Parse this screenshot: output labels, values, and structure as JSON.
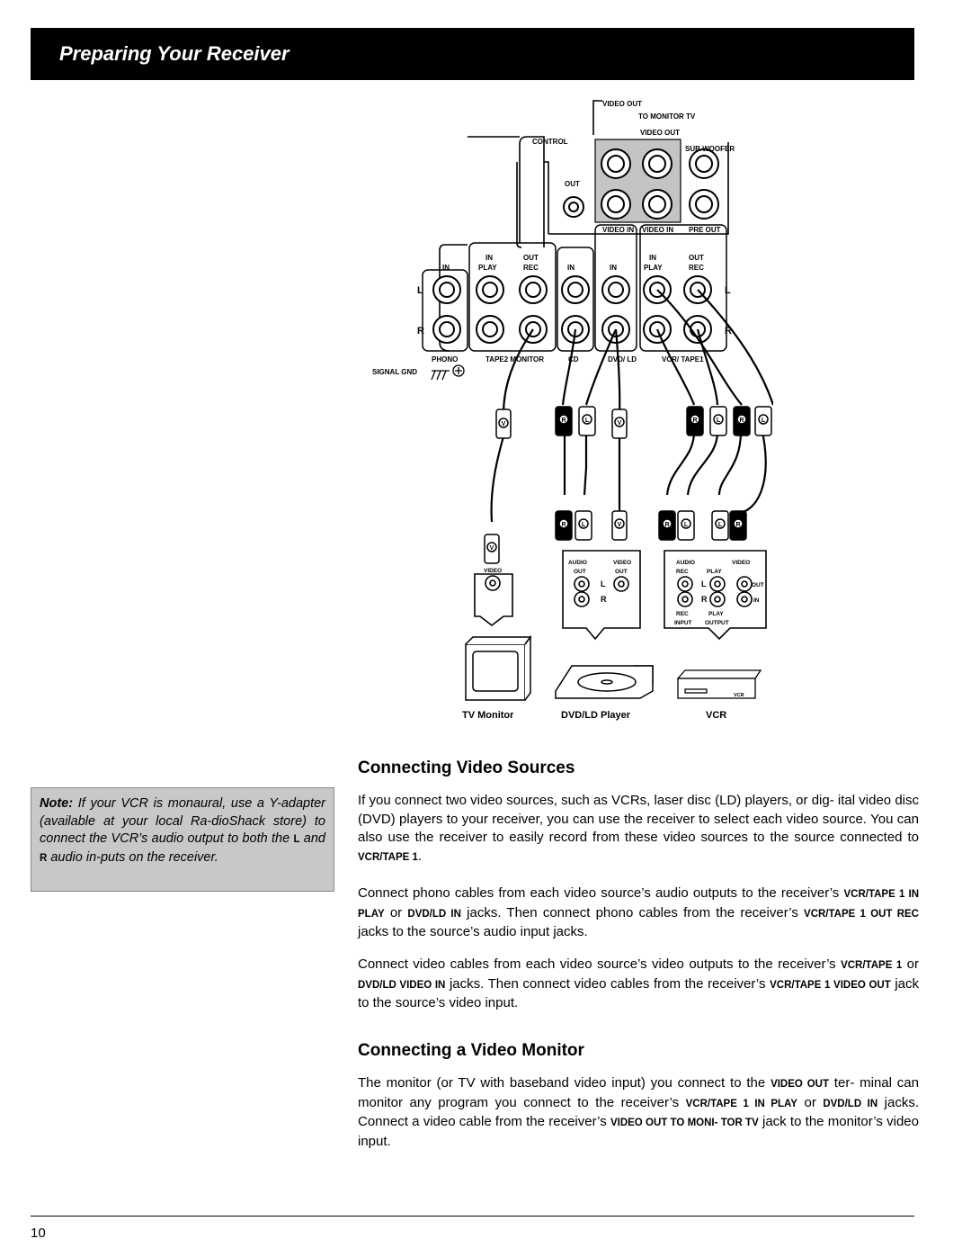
{
  "header": {
    "title": "Preparing Your Receiver"
  },
  "diagram": {
    "panel_labels": {
      "video_out": "VIDEO OUT",
      "to_monitor_tv": "TO MONITOR TV",
      "control": "CONTROL",
      "out": "OUT",
      "sub_woofer": "SUB WOOFER",
      "video_in_1": "VIDEO IN",
      "video_in_2": "VIDEO IN",
      "pre_out": "PRE OUT",
      "in": "IN",
      "play": "PLAY",
      "rec": "REC",
      "phono": "PHONO",
      "tape2_monitor": "TAPE2 MONITOR",
      "cd": "CD",
      "dvd_ld": "DVD/ LD",
      "vcr_tape1": "VCR/ TAPE1",
      "signal_gnd": "SIGNAL GND",
      "left": "L",
      "right": "R",
      "plug_r": "R",
      "plug_l": "L",
      "plug_v": "V"
    },
    "device_labels": {
      "audio": "AUDIO",
      "out": "OUT",
      "video": "VIDEO",
      "in": "IN",
      "rec": "REC",
      "play": "PLAY",
      "input": "INPUT",
      "output": "OUTPUT",
      "vcr_badge": "VCR"
    },
    "captions": {
      "tv_monitor": "TV Monitor",
      "dvd_ld_player": "DVD/LD Player",
      "vcr": "VCR"
    }
  },
  "section1": {
    "heading": "Connecting Video Sources",
    "p1": {
      "text": "If you connect two video sources, such as VCRs, laser disc (LD) players, or dig- ital video disc (DVD) players to your receiver, you can use the receiver to select each video source. You can also use the receiver to easily record from these video sources to the source connected to ",
      "term": "VCR/TAPE 1",
      "end": "."
    },
    "p2": {
      "a": "Connect phono cables from each video source’s audio outputs to the receiver’s ",
      "t1": "VCR/TAPE 1 IN PLAY",
      "b": " or ",
      "t2": "DVD/LD IN",
      "c": " jacks. Then connect phono cables from the receiver’s ",
      "t3": "VCR/TAPE 1 OUT REC",
      "d": " jacks to the source’s audio input jacks."
    },
    "p3": {
      "a": "Connect video cables from each video source’s video outputs to the receiver’s ",
      "t1": "VCR/TAPE 1",
      "b": " or ",
      "t2": "DVD/LD VIDEO IN",
      "c": " jacks. Then connect video cables from the receiver’s ",
      "t3": "VCR/TAPE 1 VIDEO OUT",
      "d": " jack to the source’s video input."
    }
  },
  "section2": {
    "heading": "Connecting a Video Monitor",
    "p1": {
      "a": "The monitor (or TV with baseband video input) you connect to the ",
      "t1": "VIDEO OUT",
      "b": " ter- minal can monitor any program you connect to the receiver’s ",
      "t2": "VCR/TAPE 1 IN PLAY",
      "c": " or ",
      "t3": "DVD/LD IN",
      "d": " jacks. Connect a video cable from the receiver’s ",
      "t4": "VIDEO OUT TO MONI- TOR TV",
      "e": " jack to the monitor’s video input."
    }
  },
  "note": {
    "label": "Note:",
    "a": " If your VCR is monaural, use a Y-adapter (available at your local Ra-dioShack store) to connect the VCR’s audio output to both the ",
    "t1": "L",
    "b": " and ",
    "t2": "R",
    "c": " audio in-puts on the receiver."
  },
  "footer": {
    "page_number": "10"
  }
}
